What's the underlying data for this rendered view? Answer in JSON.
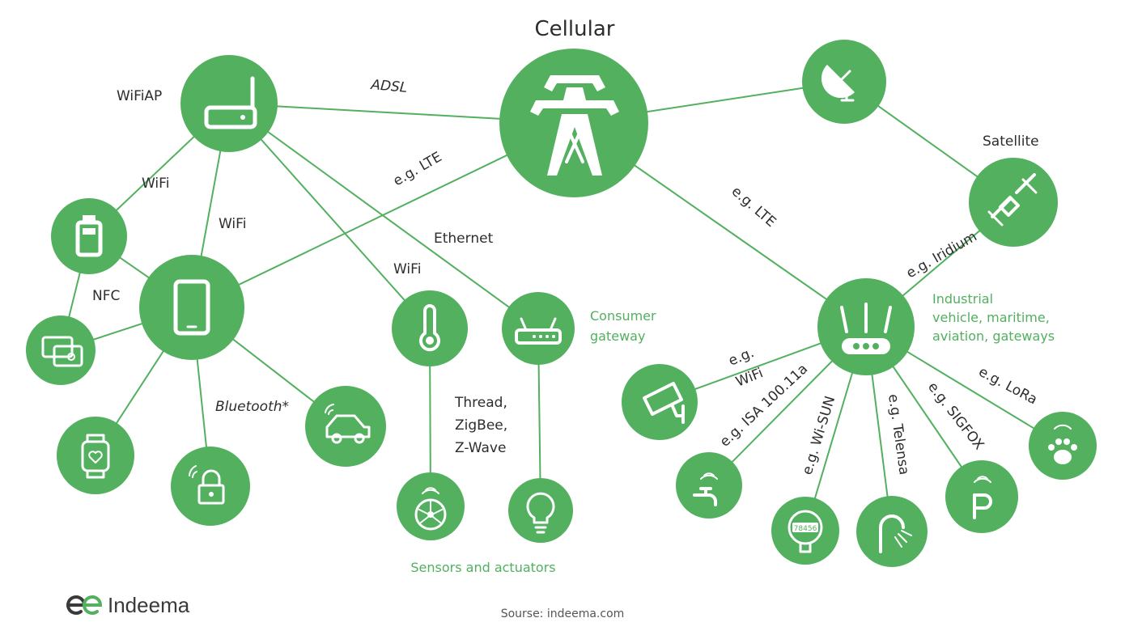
{
  "title": "Cellular",
  "labels": {
    "wifiap": "WiFiAP",
    "adsl": "ADSL",
    "eg_lte_left": "e.g. LTE",
    "eg_lte_right": "e.g. LTE",
    "wifi_pos": "WiFi",
    "wifi_phone": "WiFi",
    "wifi_thermo": "WiFi",
    "ethernet": "Ethernet",
    "nfc": "NFC",
    "bluetooth": "Bluetooth*",
    "thread": "Thread,",
    "zigbee": "ZigBee,",
    "zwave": "Z-Wave",
    "satellite": "Satellite",
    "eg_iridium": "e.g. Iridium",
    "eg": "e.g.",
    "eg_wifi": "WiFi",
    "eg_isa": "e.g. ISA 100.11a",
    "eg_wisun": "e.g. Wi-SUN",
    "eg_telensa": "e.g. Telensa",
    "eg_sigfox": "e.g. SIGFOX",
    "eg_lora": "e.g. LoRa"
  },
  "green_labels": {
    "consumer_1": "Consumer",
    "consumer_2": "gateway",
    "industrial_1": "Industrial",
    "industrial_2": "vehicle, maritime,",
    "industrial_3": "aviation, gateways",
    "sensors": "Sensors and actuators"
  },
  "meter_reading": "78456",
  "logo": "Indeema",
  "source": "Sourse: indeema.com",
  "colors": {
    "accent": "#52b05f",
    "text": "#2d2d2d",
    "logo_dark": "#3a3a3a"
  }
}
